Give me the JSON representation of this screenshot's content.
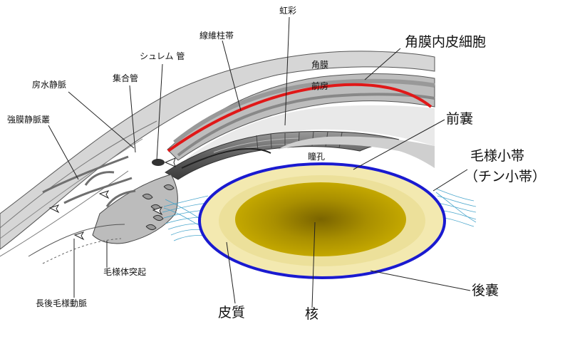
{
  "labels": {
    "iris": "虹彩",
    "trabecular_meshwork": "線維柱帯",
    "schlemm_canal": "シュレム 管",
    "collector_channel": "集合管",
    "aqueous_vein": "房水静脈",
    "scleral_venous_plexus": "強膜静脈叢",
    "cornea": "角膜",
    "anterior_chamber": "前房",
    "pupil": "瞳孔",
    "corneal_endothelium": "角膜内皮細胞",
    "anterior_capsule": "前嚢",
    "zonule": "毛様小帯",
    "zonule_alt": "（チン小帯）",
    "ciliary_process": "毛様体突起",
    "long_posterior_ciliary_artery": "長後毛様動脈",
    "cortex": "皮質",
    "nucleus": "核",
    "posterior_capsule": "後嚢"
  },
  "colors": {
    "corneal_endothelium_line": "#e01818",
    "lens_capsule_line": "#1a1ad0",
    "lens_nucleus": "#a98f00",
    "lens_cortex": "#f3e9b0",
    "zonule_fibers": "#3a9fc8",
    "tissue_gray": "#8c8c8c"
  }
}
